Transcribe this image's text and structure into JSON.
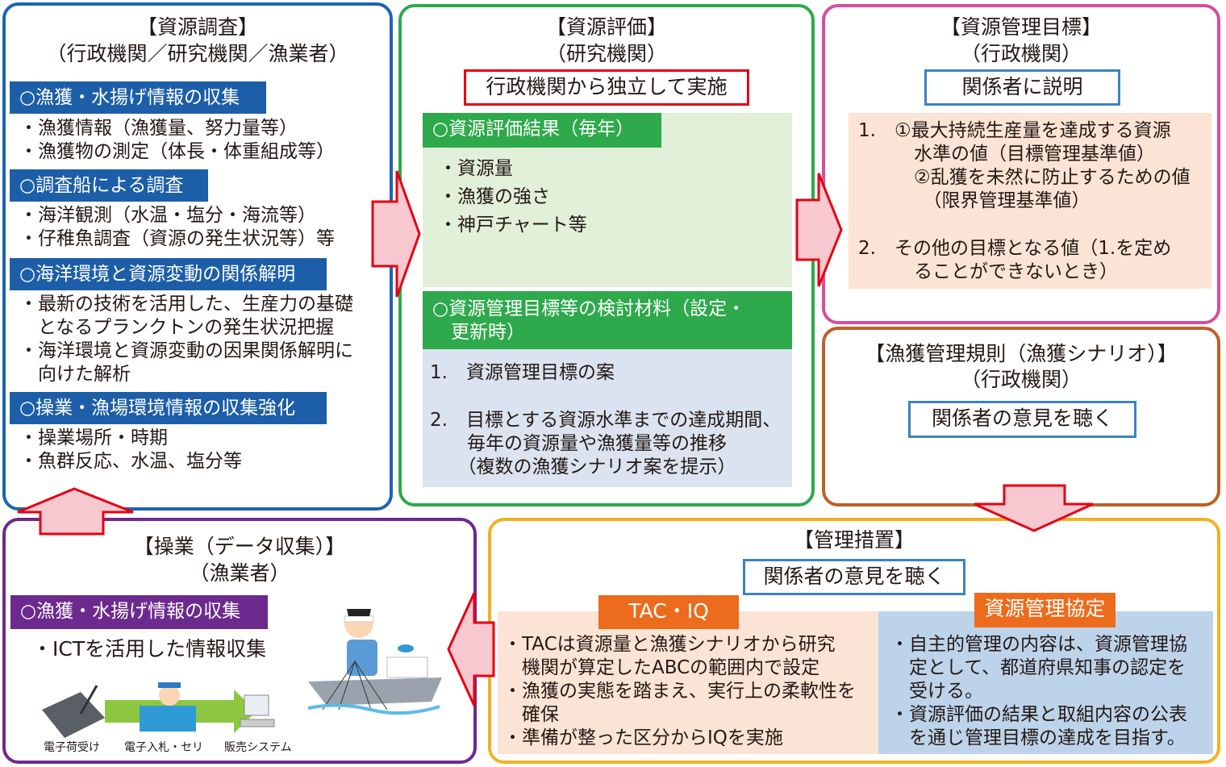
{
  "survey": {
    "title": "【資源調査】",
    "actors": "（行政機関／研究機関／漁業者）",
    "sections": [
      {
        "heading": "○漁獲・水揚げ情報の収集",
        "items": [
          "・漁獲情報（漁獲量、努力量等）",
          "・漁獲物の測定（体長・体重組成等）"
        ]
      },
      {
        "heading": "○調査船による調査",
        "items": [
          "・海洋観測（水温・塩分・海流等）",
          "・仔稚魚調査（資源の発生状況等）等"
        ]
      },
      {
        "heading": "○海洋環境と資源変動の関係解明",
        "items": [
          "・最新の技術を活用した、生産力の基礎",
          "　となるプランクトンの発生状況把握",
          "・海洋環境と資源変動の因果関係解明に",
          "　向けた解析"
        ]
      },
      {
        "heading": "○操業・漁場環境情報の収集強化",
        "items": [
          "・操業場所・時期",
          "・魚群反応、水温、塩分等"
        ]
      }
    ]
  },
  "assessment": {
    "title": "【資源評価】",
    "actors": "（研究機関）",
    "note": "行政機関から独立して実施",
    "result_heading": "○資源評価結果（毎年）",
    "result_items": [
      "・資源量",
      "・漁獲の強さ",
      "・神戸チャート等"
    ],
    "material_heading": [
      "○資源管理目標等の検討材料（設定・",
      "　更新時）"
    ],
    "material_items": [
      "1.　資源管理目標の案",
      "2.　目標とする資源水準までの達成期間、",
      "　　毎年の資源量や漁獲量等の推移",
      "　　（複数の漁獲シナリオ案を提示）"
    ]
  },
  "target": {
    "title": "【資源管理目標】",
    "actors": "（行政機関）",
    "note": "関係者に説明",
    "lines": [
      "1.　①最大持続生産量を達成する資源",
      "　　　水準の値（目標管理基準値）",
      "　　　②乱獲を未然に防止するための値",
      "　　　　（限界管理基準値）",
      "2.　その他の目標となる値（1.を定め",
      "　　　ることができないとき）"
    ]
  },
  "rule": {
    "title": "【漁獲管理規則（漁獲シナリオ）】",
    "actors": "（行政機関）",
    "note": "関係者の意見を聴く"
  },
  "measures": {
    "title": "【管理措置】",
    "note": "関係者の意見を聴く",
    "tac": {
      "label": "TAC・IQ",
      "items": [
        "・TACは資源量と漁獲シナリオから研究",
        "　機関が算定したABCの範囲内で設定",
        "・漁獲の実態を踏まえ、実行上の柔軟性を",
        "　確保",
        "・準備が整った区分からIQを実施"
      ]
    },
    "agreement": {
      "label": "資源管理協定",
      "items": [
        "・自主的管理の内容は、資源管理協",
        "　定として、都道府県知事の認定を",
        "　受ける。",
        "・資源評価の結果と取組内容の公表",
        "　を通じ管理目標の達成を目指す。"
      ]
    }
  },
  "operation": {
    "title": "【操業（データ収集）】",
    "actors": "（漁業者）",
    "heading": "○漁獲・水揚げ情報の収集",
    "item": "・ICTを活用した情報収集",
    "captions": [
      "電子荷受け",
      "電子入札・セリ",
      "販売システム"
    ]
  },
  "colors": {
    "blue": "#1d64b4",
    "green": "#2ea94b",
    "magenta": "#d34f9f",
    "brown": "#bf5f27",
    "orange": "#f1b21f",
    "purple": "#6c2a8e",
    "arrow_fill": "#f8c8d0",
    "arrow_stroke": "#e60012"
  }
}
